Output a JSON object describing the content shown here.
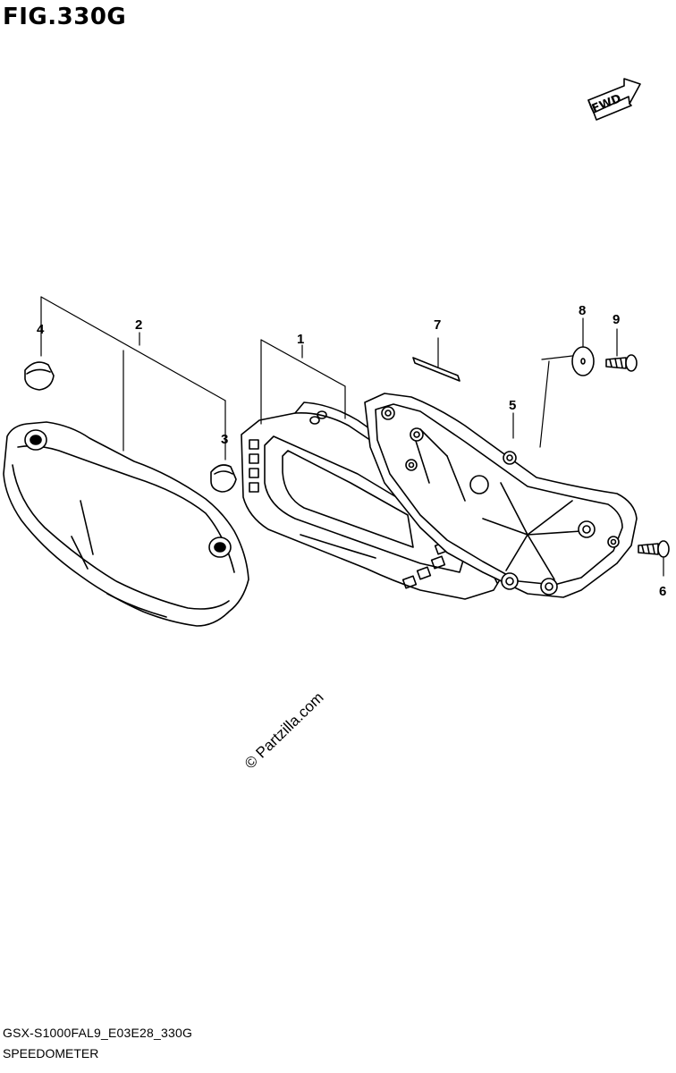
{
  "figure": {
    "title": "FIG.330G",
    "code": "GSX-S1000FAL9_E03E28_330G",
    "name": "SPEEDOMETER",
    "watermark": "© Partzilla.com",
    "direction_label": "FWD"
  },
  "callouts": [
    "1",
    "2",
    "3",
    "4",
    "5",
    "6",
    "7",
    "8",
    "9"
  ]
}
